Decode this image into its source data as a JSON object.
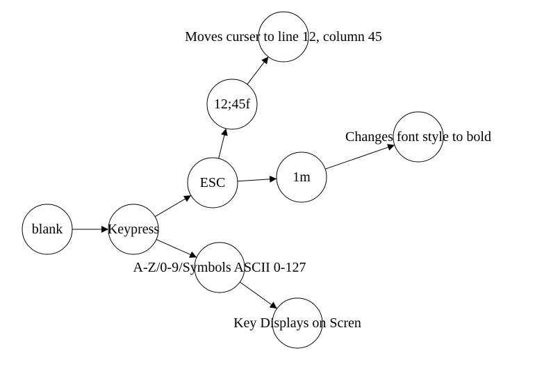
{
  "diagram": {
    "nodes": [
      {
        "id": "blank",
        "label": "blank"
      },
      {
        "id": "keypress",
        "label": "Keypress"
      },
      {
        "id": "esc",
        "label": "ESC"
      },
      {
        "id": "pos",
        "label": "12;45f"
      },
      {
        "id": "moves",
        "label": "Moves curser to line 12, column 45"
      },
      {
        "id": "onem",
        "label": "1m"
      },
      {
        "id": "bold",
        "label": "Changes font style to bold"
      },
      {
        "id": "ascii",
        "label": "A-Z/0-9/Symbols ASCII 0-127"
      },
      {
        "id": "display",
        "label": "Key Displays on Scren"
      }
    ],
    "edges": [
      {
        "from": "blank",
        "to": "keypress"
      },
      {
        "from": "keypress",
        "to": "esc"
      },
      {
        "from": "keypress",
        "to": "ascii"
      },
      {
        "from": "esc",
        "to": "pos"
      },
      {
        "from": "pos",
        "to": "moves"
      },
      {
        "from": "esc",
        "to": "onem"
      },
      {
        "from": "onem",
        "to": "bold"
      },
      {
        "from": "ascii",
        "to": "display"
      }
    ]
  }
}
